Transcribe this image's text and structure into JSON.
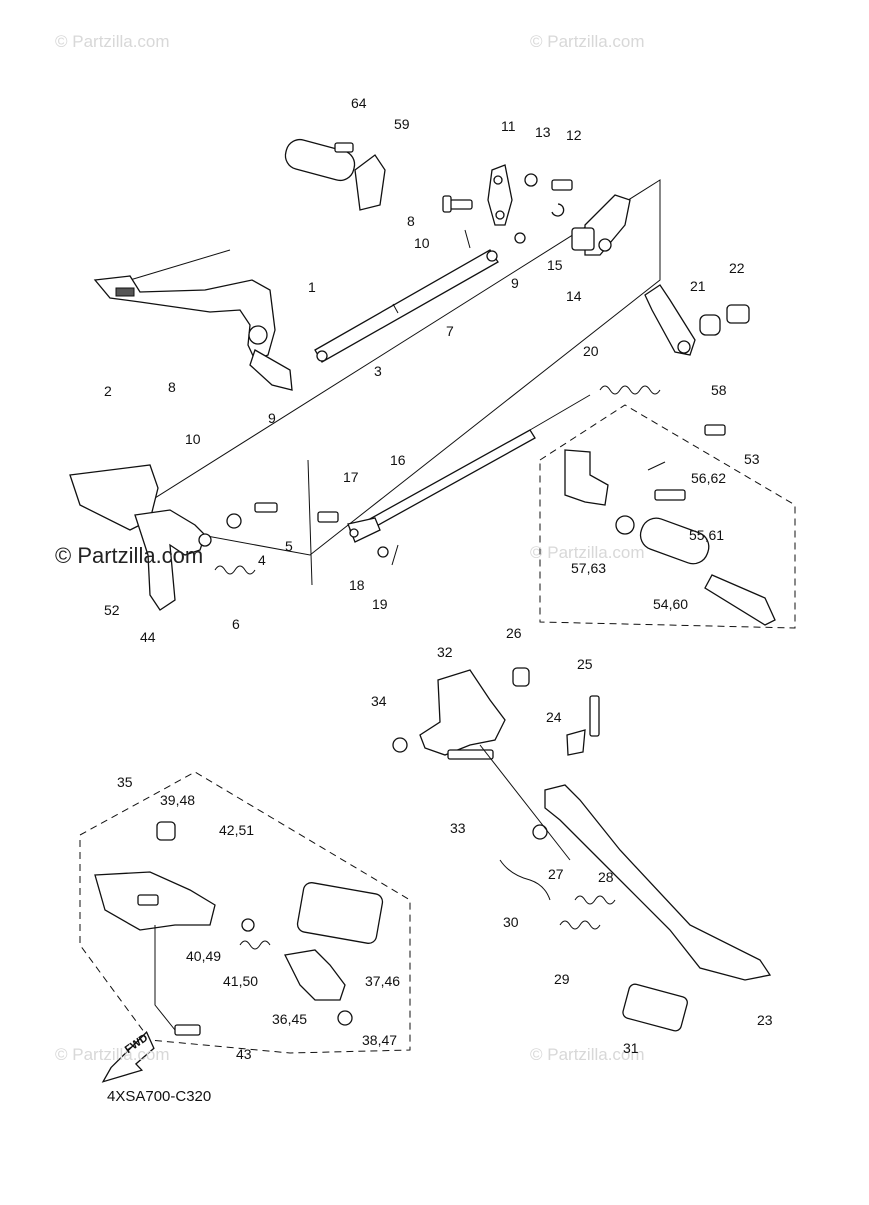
{
  "watermarks": [
    "© Partzilla.com",
    "© Partzilla.com",
    "© Partzilla.com",
    "© Partzilla.com",
    "© Partzilla.com",
    "© Partzilla.com"
  ],
  "diagram_code": "4XSA700-C320",
  "fwd_label": "FWD",
  "callouts": {
    "c1": "1",
    "c2": "2",
    "c3": "3",
    "c4": "4",
    "c5": "5",
    "c6": "6",
    "c7": "7",
    "c8a": "8",
    "c8b": "8",
    "c9a": "9",
    "c9b": "9",
    "c10a": "10",
    "c10b": "10",
    "c11": "11",
    "c12": "12",
    "c13": "13",
    "c14": "14",
    "c15": "15",
    "c16": "16",
    "c17": "17",
    "c18": "18",
    "c19": "19",
    "c20": "20",
    "c21": "21",
    "c22": "22",
    "c23": "23",
    "c24": "24",
    "c25": "25",
    "c26": "26",
    "c27": "27",
    "c28": "28",
    "c29": "29",
    "c30": "30",
    "c31": "31",
    "c32": "32",
    "c33": "33",
    "c34": "34",
    "c35": "35",
    "c3948": "39,48",
    "c4251": "42,51",
    "c4049": "40,49",
    "c4150": "41,50",
    "c3746": "37,46",
    "c3645": "36,45",
    "c3847": "38,47",
    "c43": "43",
    "c44": "44",
    "c52": "52",
    "c53": "53",
    "c5662": "56,62",
    "c5561": "55,61",
    "c5763": "57,63",
    "c5460": "54,60",
    "c58": "58",
    "c59": "59",
    "c64": "64"
  }
}
